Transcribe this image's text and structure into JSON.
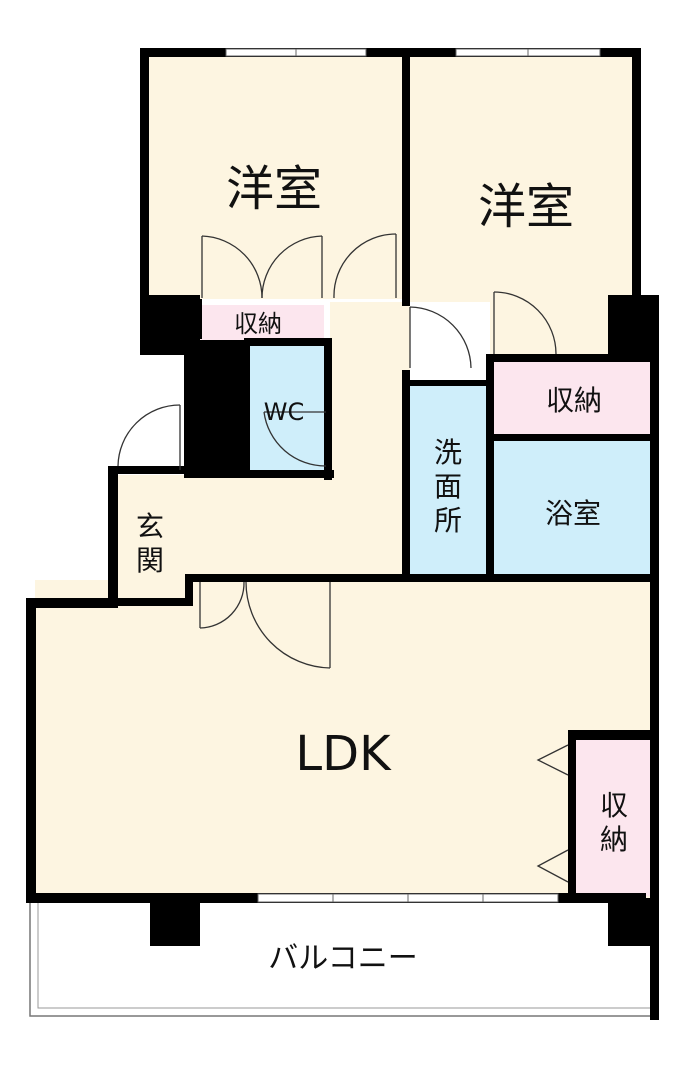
{
  "rooms": {
    "western_room_left": "洋室",
    "western_room_right": "洋室",
    "storage_top": "収納",
    "wc": "WC",
    "storage_right_top": "収納",
    "washroom": [
      "洗",
      "面",
      "所"
    ],
    "bathroom": "浴室",
    "entrance": [
      "玄",
      "関"
    ],
    "ldk": "LDK",
    "storage_ldk": [
      "収",
      "納"
    ],
    "balcony": "バルコニー"
  },
  "colors": {
    "room_fill": "#fdf5e1",
    "storage_fill": "#fce6ee",
    "wet_area_fill": "#cfeefa",
    "wall": "#000000"
  }
}
